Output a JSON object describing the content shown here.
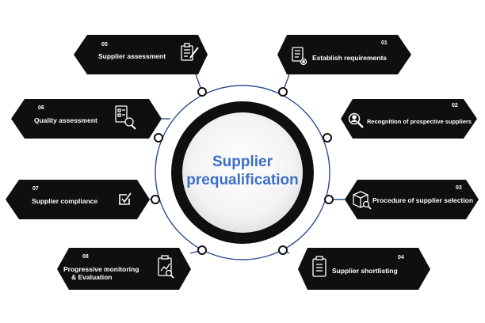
{
  "center": {
    "title_line1": "Supplier",
    "title_line2": "prequalification"
  },
  "steps": [
    {
      "num": "01",
      "label": "Establish requirements",
      "icon": "checklist-gear-icon"
    },
    {
      "num": "02",
      "label": "Recognition of prospective suppliers",
      "icon": "magnifier-person-icon"
    },
    {
      "num": "03",
      "label": "Procedure of supplier selection",
      "icon": "box-search-icon"
    },
    {
      "num": "04",
      "label": "Supplier shortlisting",
      "icon": "clipboard-list-icon"
    },
    {
      "num": "05",
      "label": "Supplier assessment",
      "icon": "clipboard-pencil-icon"
    },
    {
      "num": "06",
      "label": "Quality assessment",
      "icon": "document-magnifier-icon"
    },
    {
      "num": "07",
      "label": "Supplier compliance",
      "icon": "checkbox-icon"
    },
    {
      "num": "08",
      "label": "Progressive monitoring\n& Evaluation",
      "icon": "clipboard-chart-icon"
    }
  ],
  "colors": {
    "card": "#0f0f0f",
    "connector": "#2f4f8f",
    "accent": "#3c6fc8"
  }
}
